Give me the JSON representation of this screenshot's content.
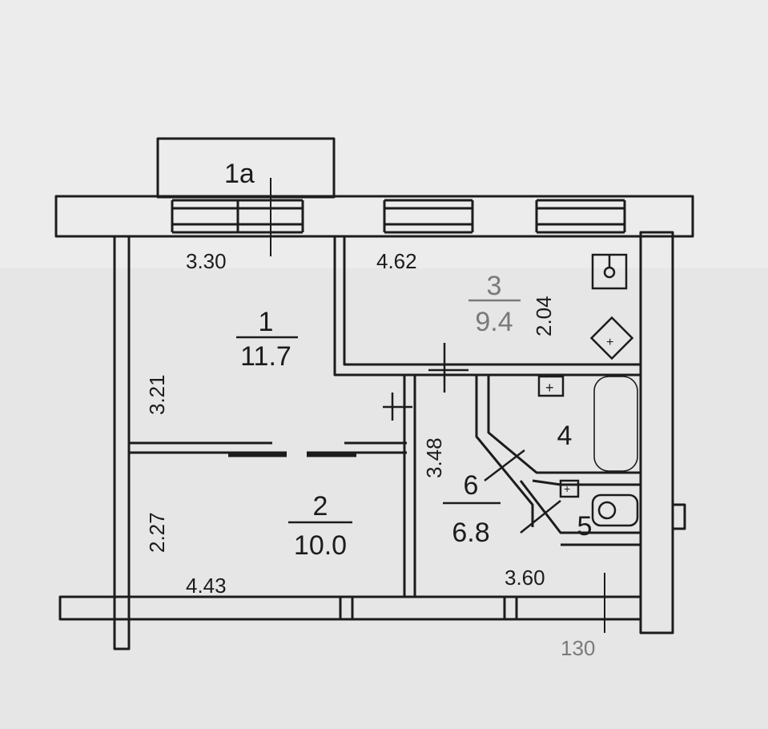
{
  "balcony": {
    "label": "1a"
  },
  "rooms": [
    {
      "number": "1",
      "area": "11.7"
    },
    {
      "number": "2",
      "area": "10.0"
    },
    {
      "number": "3",
      "area": "9.4"
    },
    {
      "number": "4"
    },
    {
      "number": "5"
    },
    {
      "number": "6",
      "area": "6.8"
    }
  ],
  "dimensions": {
    "room1_width": "3.30",
    "room1_depth": "3.21",
    "room2_width": "4.43",
    "room2_depth": "2.27",
    "room3_width": "4.62",
    "room3_depth": "2.04",
    "room6_depth": "3.48",
    "room6_width": "3.60"
  },
  "annotations": {
    "wall_mark": "130"
  }
}
